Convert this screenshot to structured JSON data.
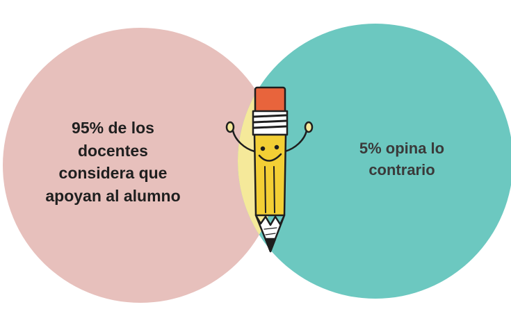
{
  "colors": {
    "left_circle": "#e7c0bc",
    "right_circle": "#6cc8c0",
    "overlap": "#f5e99a",
    "pencil_body": "#f3cf35",
    "pencil_eraser": "#e8643c",
    "outline": "#1e1e1e"
  },
  "left": {
    "lines": [
      "95% de los",
      "docentes",
      "considera que",
      "apoyan al alumno"
    ]
  },
  "right": {
    "lines": [
      "5% opina lo",
      "contrario"
    ]
  },
  "mascot": {
    "icon": "smiling-pencil-icon"
  }
}
